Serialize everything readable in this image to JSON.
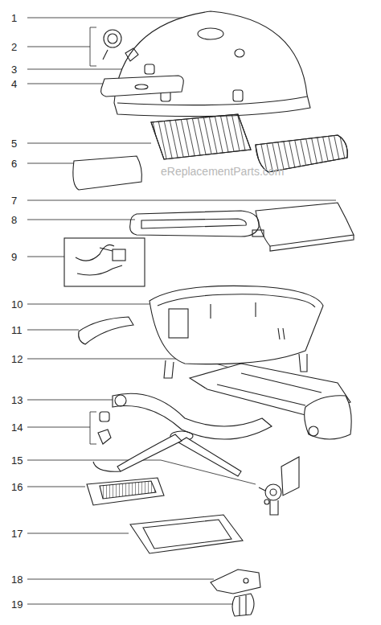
{
  "diagram": {
    "labels": [
      "1",
      "2",
      "3",
      "4",
      "5",
      "6",
      "7",
      "8",
      "9",
      "10",
      "11",
      "12",
      "13",
      "14",
      "15",
      "16",
      "17",
      "18",
      "19",
      "eReplacementParts.com"
    ]
  }
}
